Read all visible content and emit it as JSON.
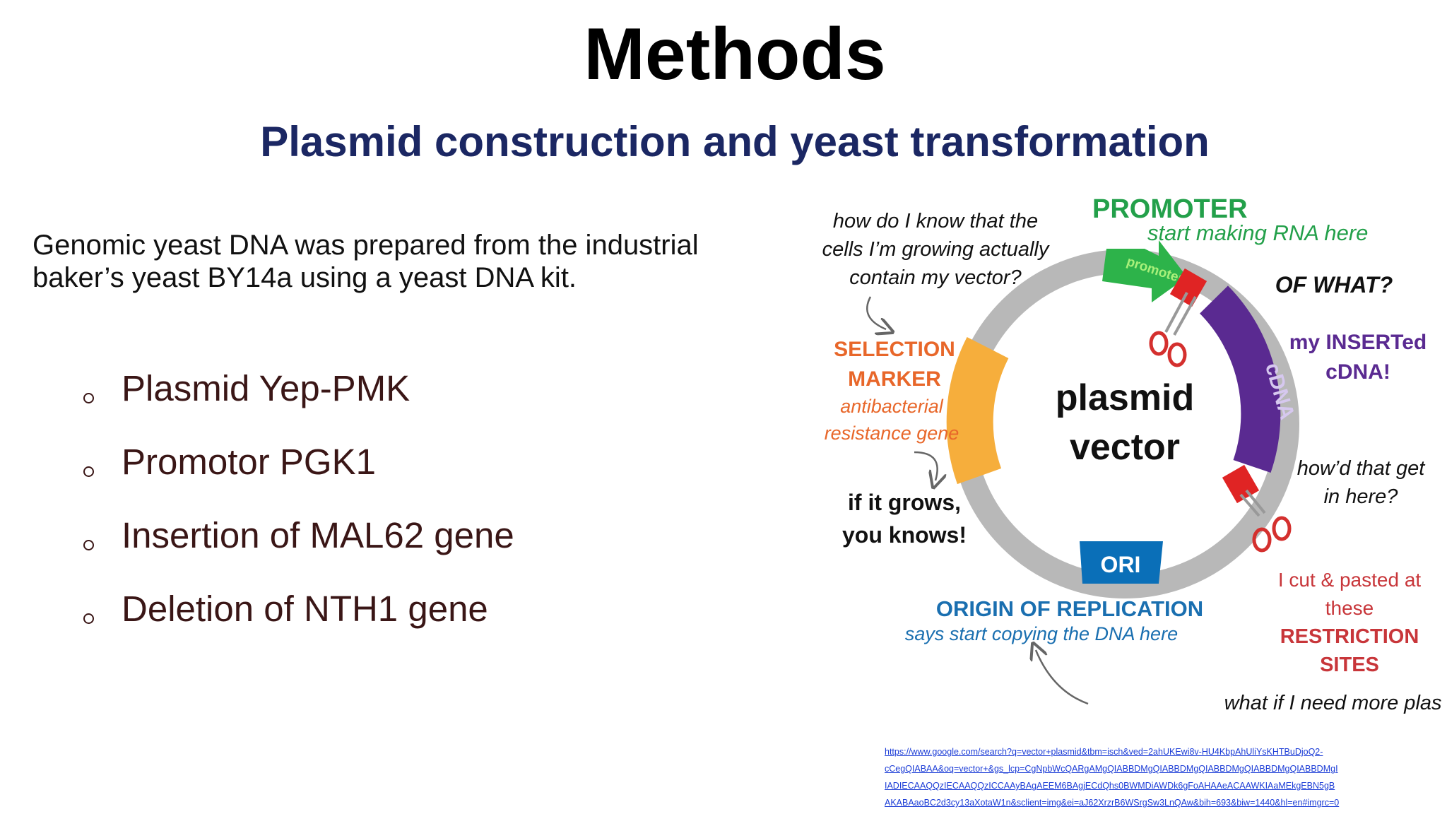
{
  "slide": {
    "title": "Methods",
    "subtitle": "Plasmid construction and yeast transformation"
  },
  "intro_text": "Genomic yeast DNA was prepared from the industrial baker’s yeast BY14a using a yeast DNA kit.",
  "bullets": [
    "Plasmid Yep-PMK",
    "Promotor PGK1",
    "Insertion of MAL62 gene",
    "Deletion of NTH1 gene"
  ],
  "diagram": {
    "center_line1": "plasmid",
    "center_line2": "vector",
    "segment_promoter": "promoter",
    "segment_cdna": "cDNA",
    "segment_ori": "ORI",
    "promoter_title": "PROMOTER",
    "promoter_sub": "start making RNA here",
    "of_what": "OF WHAT?",
    "inserted_line1": "my INSERTed",
    "inserted_line2": "cDNA!",
    "howd_line1": "how’d that get",
    "howd_line2": "in here?",
    "cut_line1": "I cut & pasted at",
    "cut_line2": "these",
    "cut_line3": "RESTRICTION",
    "cut_line4": "SITES",
    "more_plasmid": "what if I need more plasmid?",
    "ori_title": "ORIGIN OF REPLICATION",
    "ori_sub": "says start copying the DNA here",
    "grows_line1": "if it grows,",
    "grows_line2": "you knows!",
    "selection_line1": "SELECTION",
    "selection_line2": "MARKER",
    "selection_line3": "antibacterial",
    "selection_line4": "resistance gene",
    "question_line1": "how do I know that the",
    "question_line2": "cells I’m growing actually",
    "question_line3": "contain my vector?",
    "colors": {
      "ring": "#b8b8b8",
      "promoter": "#2db34a",
      "cdna": "#5a2a91",
      "ori": "#0a6fb8",
      "marker": "#f6ae3c",
      "restriction": "#e02424",
      "selection_text": "#e8672a",
      "ori_text": "#1a6fb0",
      "cut_text": "#c8363a",
      "promoter_text": "#23a04a"
    }
  },
  "source_links": [
    "https://www.google.com/search?q=vector+plasmid&tbm=isch&ved=2ahUKEwi8v-HU4KbpAhUliYsKHTBuDjoQ2-",
    "cCegQIABAA&oq=vector+&gs_lcp=CgNpbWcQARgAMgQIABBDMgQIABBDMgQIABBDMgQIABBDMgQIABBDMgI",
    "IADIECAAQQzIECAAQQzICCAAyBAgAEEM6BAgjECdQhs0BWMDiAWDk6gFoAHAAeACAAWKIAaMEkgEBN5gB",
    "AKABAaoBC2d3cy13aXotaW1n&sclient=img&ei=aJ62XrzrB6WSrgSw3LnQAw&bih=693&biw=1440&hl=en#imgrc=0"
  ]
}
